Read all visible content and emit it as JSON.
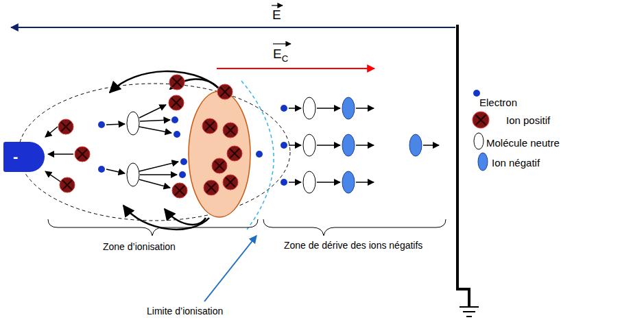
{
  "diagram": {
    "nodes": [
      {
        "text": [
          "-"
        ]
      }
    ],
    "labels": [
      "E",
      "EC",
      "Zone d’ionisation",
      "Zone de dérive des ions négatifs",
      "Limite d’ionisation"
    ],
    "legend": [
      {
        "text": "Electron"
      },
      {
        "text": "Ion positif"
      },
      {
        "text": "Molécule neutre"
      },
      {
        "text": "Ion négatif"
      }
    ]
  }
}
